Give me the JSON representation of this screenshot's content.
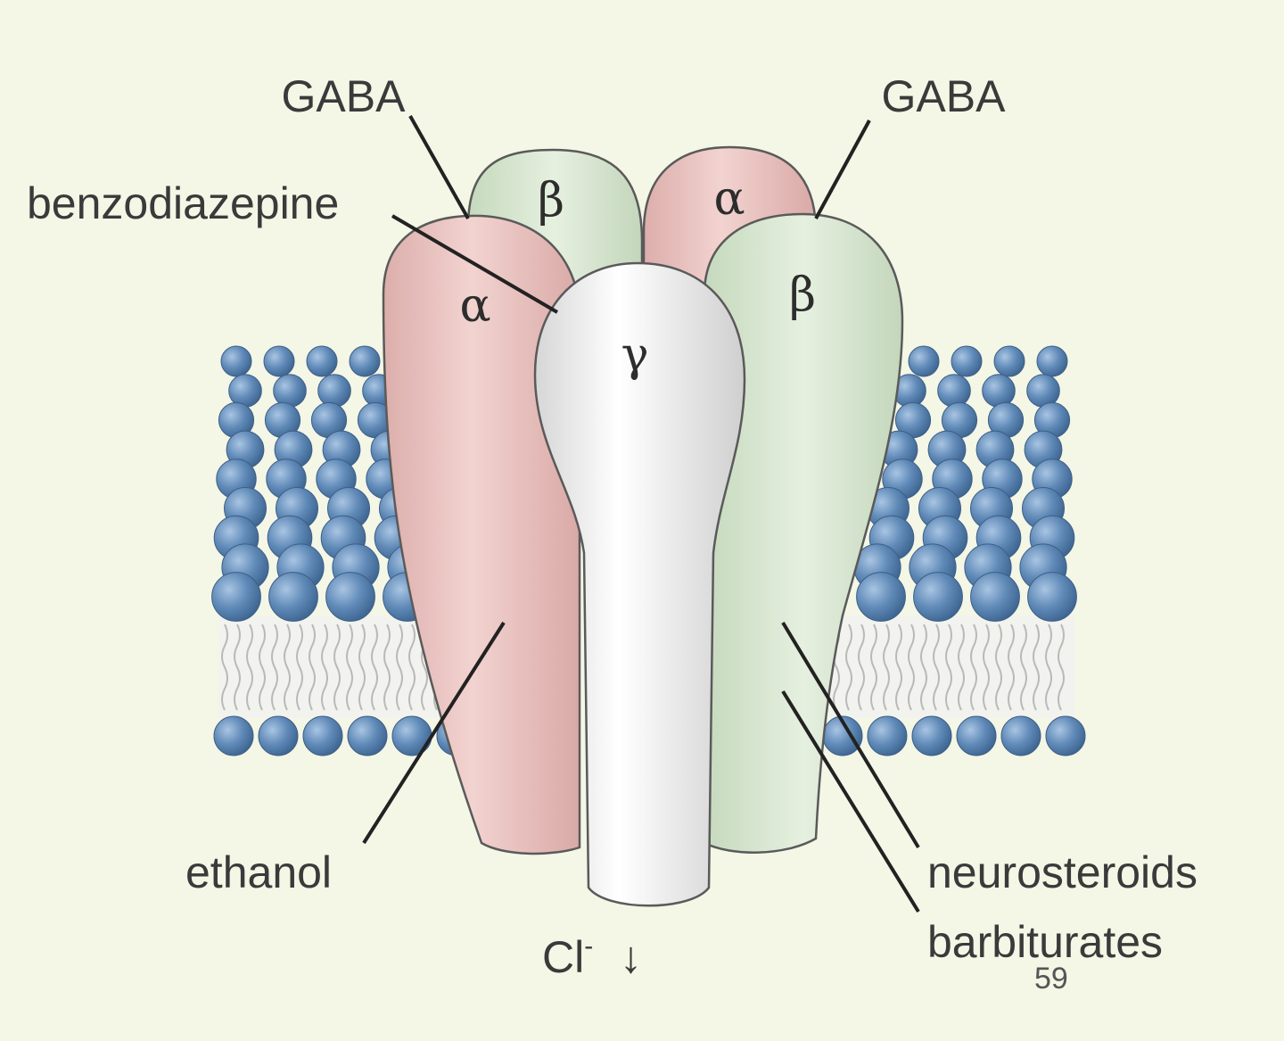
{
  "labels": {
    "gaba_left": "GABA",
    "gaba_right": "GABA",
    "benzodiazepine": "benzodiazepine",
    "ethanol": "ethanol",
    "neurosteroids": "neurosteroids",
    "barbiturates": "barbiturates",
    "chloride": "Cl",
    "chloride_charge": "-",
    "chloride_arrow": "↓"
  },
  "subunits": {
    "back_left": "β",
    "back_right": "α",
    "front_left": "α",
    "center": "γ",
    "front_right": "β"
  },
  "page_number": "59",
  "colors": {
    "background": "#f4f6e6",
    "alpha_subunit": "#e8c3c0",
    "beta_subunit": "#d7e6d0",
    "gamma_subunit": "#f3f3f3",
    "lipid_head": "#5f89b7",
    "label_text": "#3a3a3a"
  }
}
